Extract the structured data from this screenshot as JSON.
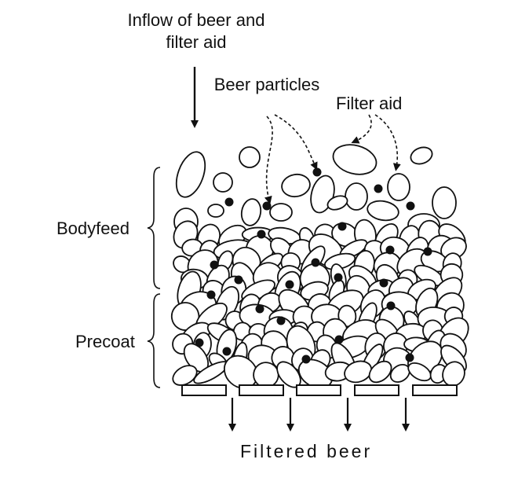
{
  "labels": {
    "inflow": "Inflow of beer and filter aid",
    "beer_particles": "Beer particles",
    "filter_aid": "Filter aid",
    "bodyfeed": "Bodyfeed",
    "precoat": "Precoat",
    "filtered_beer": "Filtered beer"
  },
  "colors": {
    "ink": "#111111",
    "paper": "#ffffff"
  },
  "icons": [
    "down-arrow-icon",
    "dashed-pointer-arrow-icon",
    "curly-brace-icon",
    "septum-slot-icon"
  ]
}
